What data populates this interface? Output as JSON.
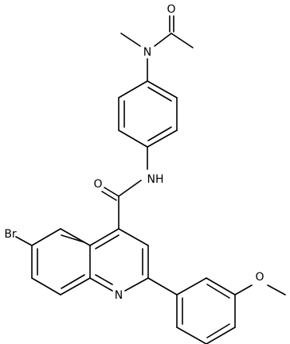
{
  "atoms": {
    "O_acetyl": "O",
    "N_amide_methyl": "N",
    "NH_amide": "NH",
    "O_carboxamide": "O",
    "Br": "Br",
    "N_quinoline": "N",
    "O_methoxy": "O"
  },
  "colors": {
    "bond": "#000000",
    "label": "#000000",
    "background": "#ffffff"
  }
}
